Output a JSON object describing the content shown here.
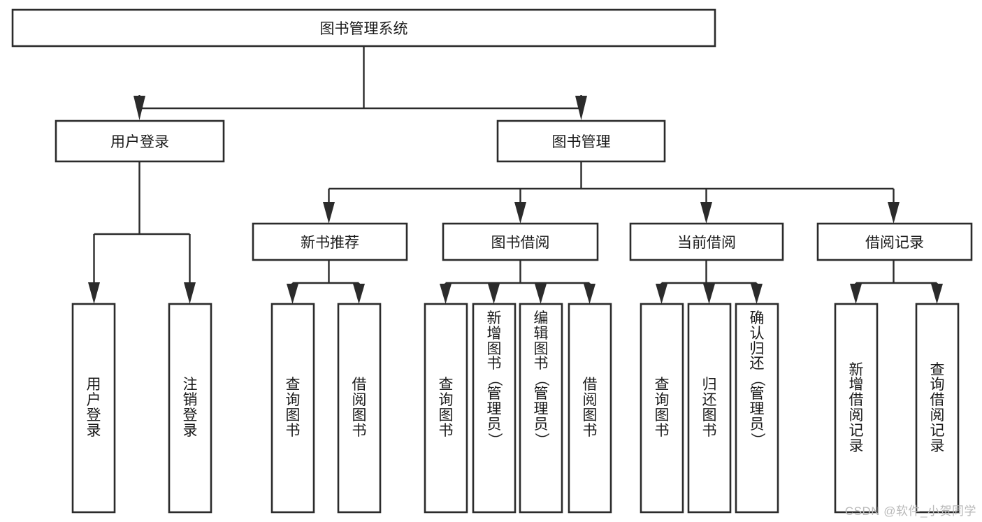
{
  "diagram": {
    "title": "图书管理系统",
    "type": "tree-hierarchy",
    "root": {
      "id": "root",
      "label": "图书管理系统",
      "orientation": "horizontal"
    },
    "level2": [
      {
        "id": "user-login",
        "label": "用户登录",
        "orientation": "horizontal"
      },
      {
        "id": "book-management",
        "label": "图书管理",
        "orientation": "horizontal"
      }
    ],
    "level3": [
      {
        "id": "new-book-recommend",
        "label": "新书推荐",
        "orientation": "horizontal",
        "parent": "book-management"
      },
      {
        "id": "book-borrow",
        "label": "图书借阅",
        "orientation": "horizontal",
        "parent": "book-management"
      },
      {
        "id": "current-borrow",
        "label": "当前借阅",
        "orientation": "horizontal",
        "parent": "book-management"
      },
      {
        "id": "borrow-record",
        "label": "借阅记录",
        "orientation": "horizontal",
        "parent": "book-management"
      }
    ],
    "leaves": [
      {
        "id": "leaf-user-login",
        "label": "用户登录",
        "orientation": "vertical",
        "parent": "user-login"
      },
      {
        "id": "leaf-user-logout",
        "label": "注销登录",
        "orientation": "vertical",
        "parent": "user-login"
      },
      {
        "id": "leaf-query-book-1",
        "label": "查询图书",
        "orientation": "vertical",
        "parent": "new-book-recommend"
      },
      {
        "id": "leaf-borrow-book-1",
        "label": "借阅图书",
        "orientation": "vertical",
        "parent": "new-book-recommend"
      },
      {
        "id": "leaf-query-book-2",
        "label": "查询图书",
        "orientation": "vertical",
        "parent": "book-borrow"
      },
      {
        "id": "leaf-add-book",
        "label": "新增图书（管理员）",
        "orientation": "vertical",
        "parent": "book-borrow"
      },
      {
        "id": "leaf-edit-book",
        "label": "编辑图书（管理员）",
        "orientation": "vertical",
        "parent": "book-borrow"
      },
      {
        "id": "leaf-borrow-book-2",
        "label": "借阅图书",
        "orientation": "vertical",
        "parent": "book-borrow"
      },
      {
        "id": "leaf-query-book-3",
        "label": "查询图书",
        "orientation": "vertical",
        "parent": "current-borrow"
      },
      {
        "id": "leaf-return-book",
        "label": "归还图书",
        "orientation": "vertical",
        "parent": "current-borrow"
      },
      {
        "id": "leaf-confirm-return",
        "label": "确认归还（管理员）",
        "orientation": "vertical",
        "parent": "current-borrow"
      },
      {
        "id": "leaf-add-borrow-record",
        "label": "新增借阅记录",
        "orientation": "vertical",
        "parent": "borrow-record"
      },
      {
        "id": "leaf-query-borrow-record",
        "label": "查询借阅记录",
        "orientation": "vertical",
        "parent": "borrow-record"
      }
    ],
    "colors": {
      "box_stroke": "#2b2b2b",
      "box_fill": "#ffffff",
      "line": "#2b2b2b",
      "text": "#1a1a1a",
      "background": "#ffffff",
      "watermark": "#b9b9b9"
    }
  },
  "watermark": {
    "text": "CSDN @软件_小贺同学"
  }
}
